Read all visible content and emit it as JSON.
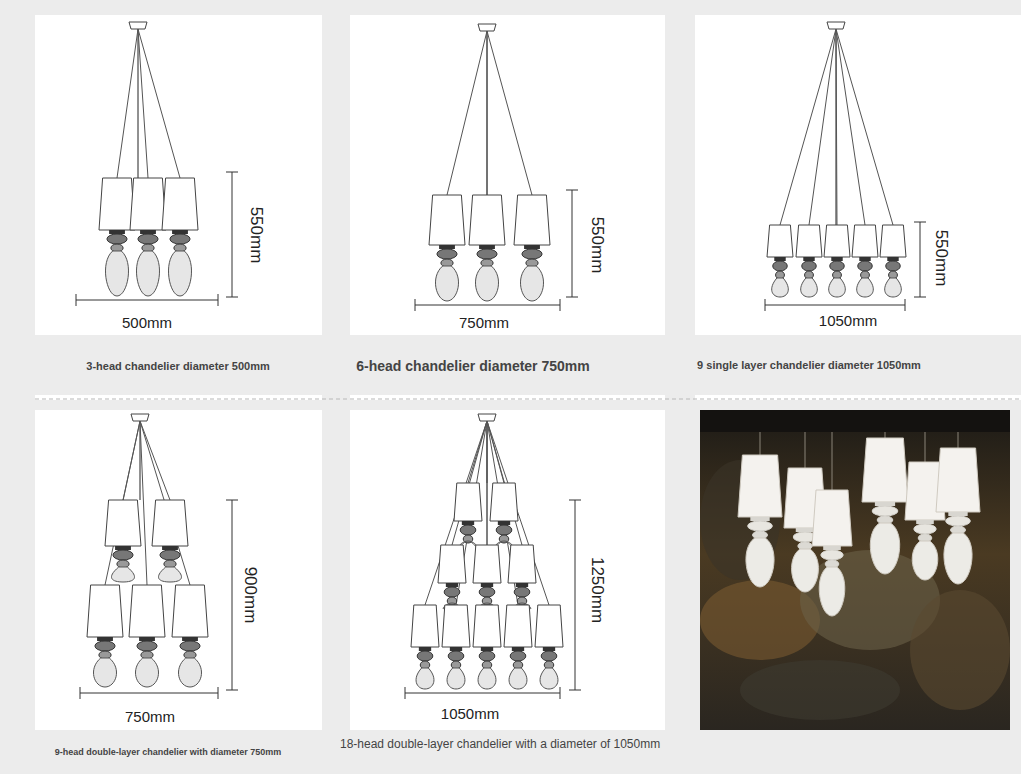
{
  "diagram": {
    "labels": [
      "550mm",
      "500mm",
      "3-head chandelier diameter 500mm",
      "550mm",
      "750mm",
      "6-head chandelier diameter 750mm",
      "550mm",
      "1050mm",
      "9 single layer chandelier diameter 1050mm",
      "900mm",
      "750mm",
      "9-head double-layer chandelier with diameter 750mm",
      "1250mm",
      "1050mm",
      "18-head double-layer chandelier with a diameter of 1050mm"
    ]
  }
}
